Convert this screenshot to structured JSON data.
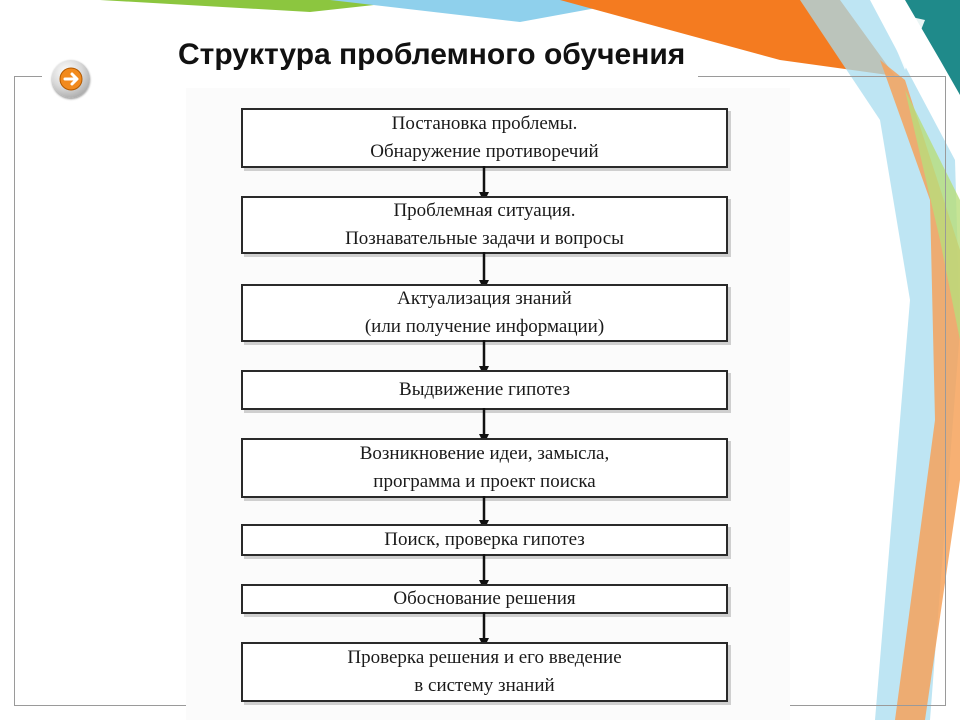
{
  "slide": {
    "title": "Структура проблемного обучения",
    "nav_icon": "arrow-right-icon",
    "colors": {
      "orange": "#f47b20",
      "light_blue": "#8fd0ec",
      "teal": "#1f8a8a",
      "lime": "#8cc63f",
      "frame": "#9a9a9a"
    }
  },
  "diagram": {
    "steps": [
      {
        "lines": [
          "Постановка проблемы.",
          "Обнаружение противоречий"
        ]
      },
      {
        "lines": [
          "Проблемная ситуация.",
          "Познавательные задачи и вопросы"
        ]
      },
      {
        "lines": [
          "Актуализация знаний",
          "(или получение информации)"
        ]
      },
      {
        "lines": [
          "Выдвижение гипотез"
        ]
      },
      {
        "lines": [
          "Возникновение идеи, замысла,",
          "программа и проект поиска"
        ]
      },
      {
        "lines": [
          "Поиск, проверка гипотез"
        ]
      },
      {
        "lines": [
          "Обоснование решения"
        ]
      },
      {
        "lines": [
          "Проверка решения и его введение",
          "в систему знаний"
        ]
      }
    ]
  }
}
